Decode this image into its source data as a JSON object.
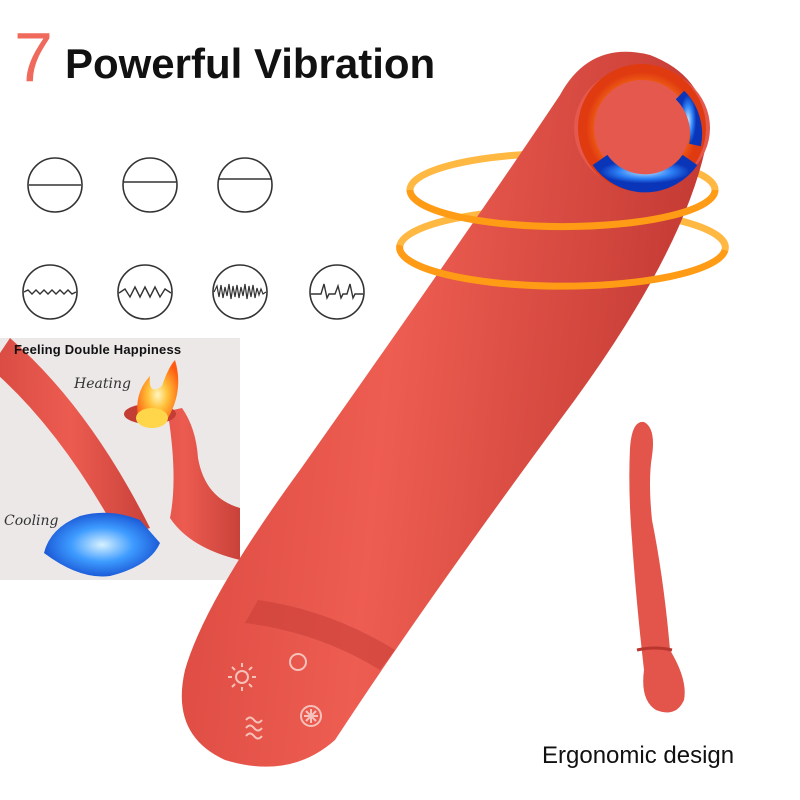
{
  "header": {
    "number": "7",
    "title": "Powerful Vibration"
  },
  "modes": [
    {
      "icon": "mode-steady-1-icon"
    },
    {
      "icon": "mode-steady-2-icon"
    },
    {
      "icon": "mode-steady-3-icon"
    },
    {
      "icon": "mode-wave-icon"
    },
    {
      "icon": "mode-zigzag-icon"
    },
    {
      "icon": "mode-pulse-icon"
    },
    {
      "icon": "mode-burst-icon"
    }
  ],
  "feature_panel": {
    "title": "Feeling Double Happiness",
    "heating_label": "Heating",
    "cooling_label": "Cooling"
  },
  "caption": "Ergonomic design",
  "colors": {
    "accent": "#ef6a5c",
    "product": "#e8544a",
    "product_dark": "#c93f37",
    "heat": "#ffa21f",
    "cool": "#2a7ef5"
  }
}
